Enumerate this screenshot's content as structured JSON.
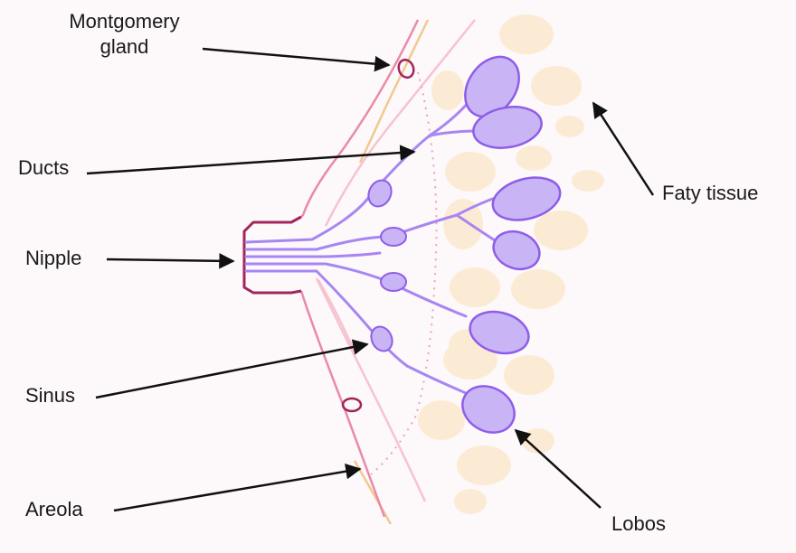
{
  "labels": {
    "montgomery_line1": "Montgomery",
    "montgomery_line2": "gland",
    "ducts": "Ducts",
    "nipple": "Nipple",
    "sinus": "Sinus",
    "areola": "Areola",
    "fatty_tissue": "Faty tissue",
    "lobos": "Lobos"
  },
  "colors": {
    "background": "#fdf8fa",
    "fat": "#fcebd4",
    "lobe_fill": "#c9b5f5",
    "lobe_stroke": "#8f5de8",
    "duct": "#a886f2",
    "skin_outer": "#e98aa8",
    "skin_inner": "#f6c3d0",
    "areola_tan": "#f0c98f",
    "nipple": "#a3265a",
    "arrow": "#111111"
  }
}
